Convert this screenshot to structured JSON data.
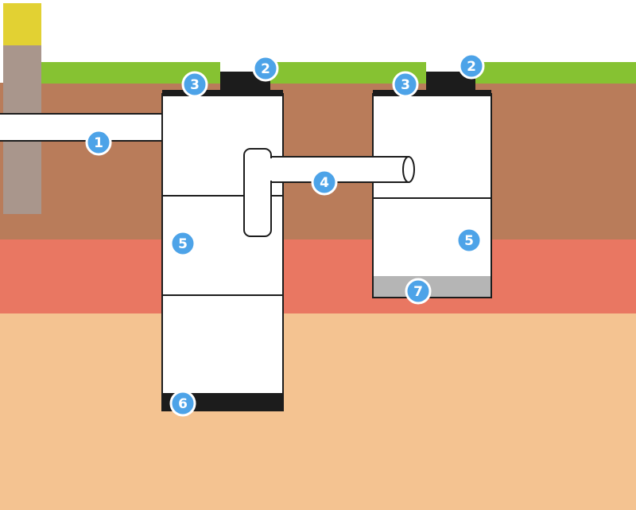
{
  "colors": {
    "background": "#ffffff",
    "grass": "#86c232",
    "topsoil": "#b97c5a",
    "clay": "#e97762",
    "sand": "#f4c391",
    "house_wall": "#a9968c",
    "house_roof": "#e2d133",
    "tank_fill": "#ffffff",
    "tank_outline": "#1c1c1c",
    "concrete": "#1c1c1c",
    "gravel": "#b5b5b5",
    "marker": "#4da3e8"
  },
  "markers": [
    {
      "id": "marker-1",
      "label": "1",
      "icon": "numbered-circle"
    },
    {
      "id": "marker-2a",
      "label": "2",
      "icon": "numbered-circle"
    },
    {
      "id": "marker-2b",
      "label": "2",
      "icon": "numbered-circle"
    },
    {
      "id": "marker-3a",
      "label": "3",
      "icon": "numbered-circle"
    },
    {
      "id": "marker-3b",
      "label": "3",
      "icon": "numbered-circle"
    },
    {
      "id": "marker-4",
      "label": "4",
      "icon": "numbered-circle"
    },
    {
      "id": "marker-5a",
      "label": "5",
      "icon": "numbered-circle"
    },
    {
      "id": "marker-5b",
      "label": "5",
      "icon": "numbered-circle"
    },
    {
      "id": "marker-6",
      "label": "6",
      "icon": "numbered-circle"
    },
    {
      "id": "marker-7",
      "label": "7",
      "icon": "numbered-circle"
    }
  ]
}
